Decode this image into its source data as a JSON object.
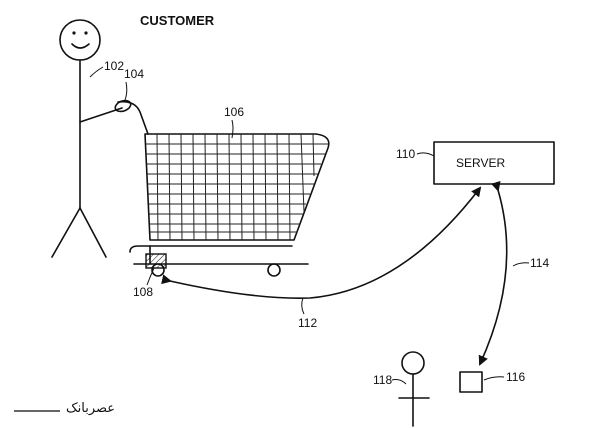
{
  "labels": {
    "customer_title": "CUSTOMER",
    "server_text": "SERVER",
    "ref_102": "102",
    "ref_104": "104",
    "ref_106": "106",
    "ref_108": "108",
    "ref_110": "110",
    "ref_112": "112",
    "ref_114": "114",
    "ref_116": "116",
    "ref_118": "118"
  },
  "watermark": {
    "text": "عصربانک"
  }
}
